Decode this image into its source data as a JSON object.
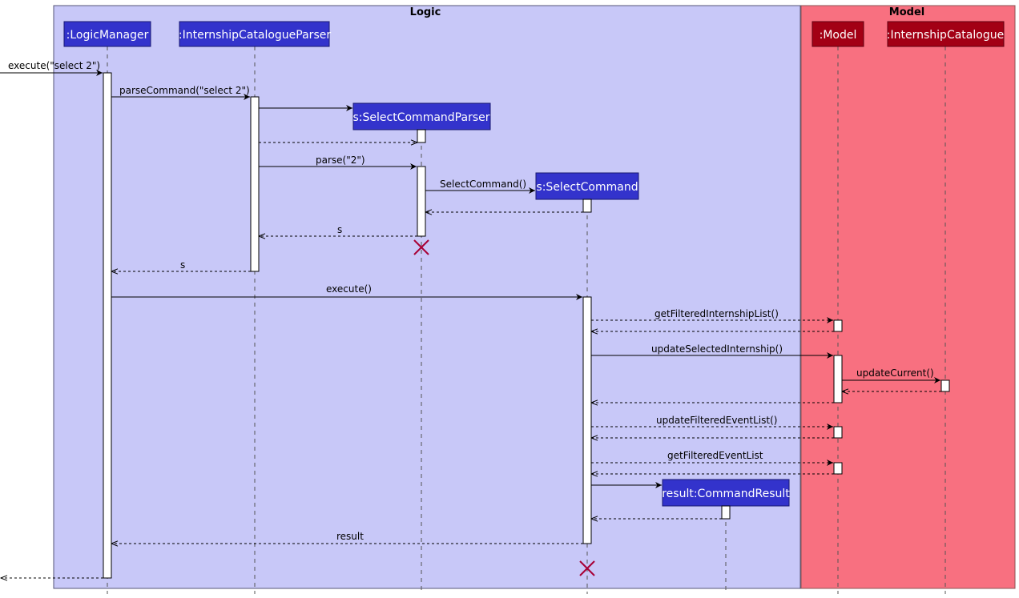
{
  "groups": [
    {
      "title": "Logic",
      "color": "#c8c8f8"
    },
    {
      "title": "Model",
      "color": "#f87080"
    }
  ],
  "participants": [
    {
      "label": ":LogicManager",
      "color": "#3333cc"
    },
    {
      "label": ":InternshipCatalogueParser",
      "color": "#3333cc"
    },
    {
      "label": "s:SelectCommandParser",
      "color": "#3333cc"
    },
    {
      "label": "s:SelectCommand",
      "color": "#3333cc"
    },
    {
      "label": "result:CommandResult",
      "color": "#3333cc"
    },
    {
      "label": ":Model",
      "color": "#a30015"
    },
    {
      "label": ":InternshipCatalogue",
      "color": "#a30015"
    }
  ],
  "messages": [
    {
      "label": "execute(\"select 2\")"
    },
    {
      "label": "parseCommand(\"select 2\")"
    },
    {
      "label": "parse(\"2\")"
    },
    {
      "label": "SelectCommand()"
    },
    {
      "label": "s"
    },
    {
      "label": "s"
    },
    {
      "label": "execute()"
    },
    {
      "label": "getFilteredInternshipList()"
    },
    {
      "label": "updateSelectedInternship()"
    },
    {
      "label": "updateCurrent()"
    },
    {
      "label": "updateFilteredEventList()"
    },
    {
      "label": "getFilteredEventList"
    },
    {
      "label": "result"
    }
  ]
}
